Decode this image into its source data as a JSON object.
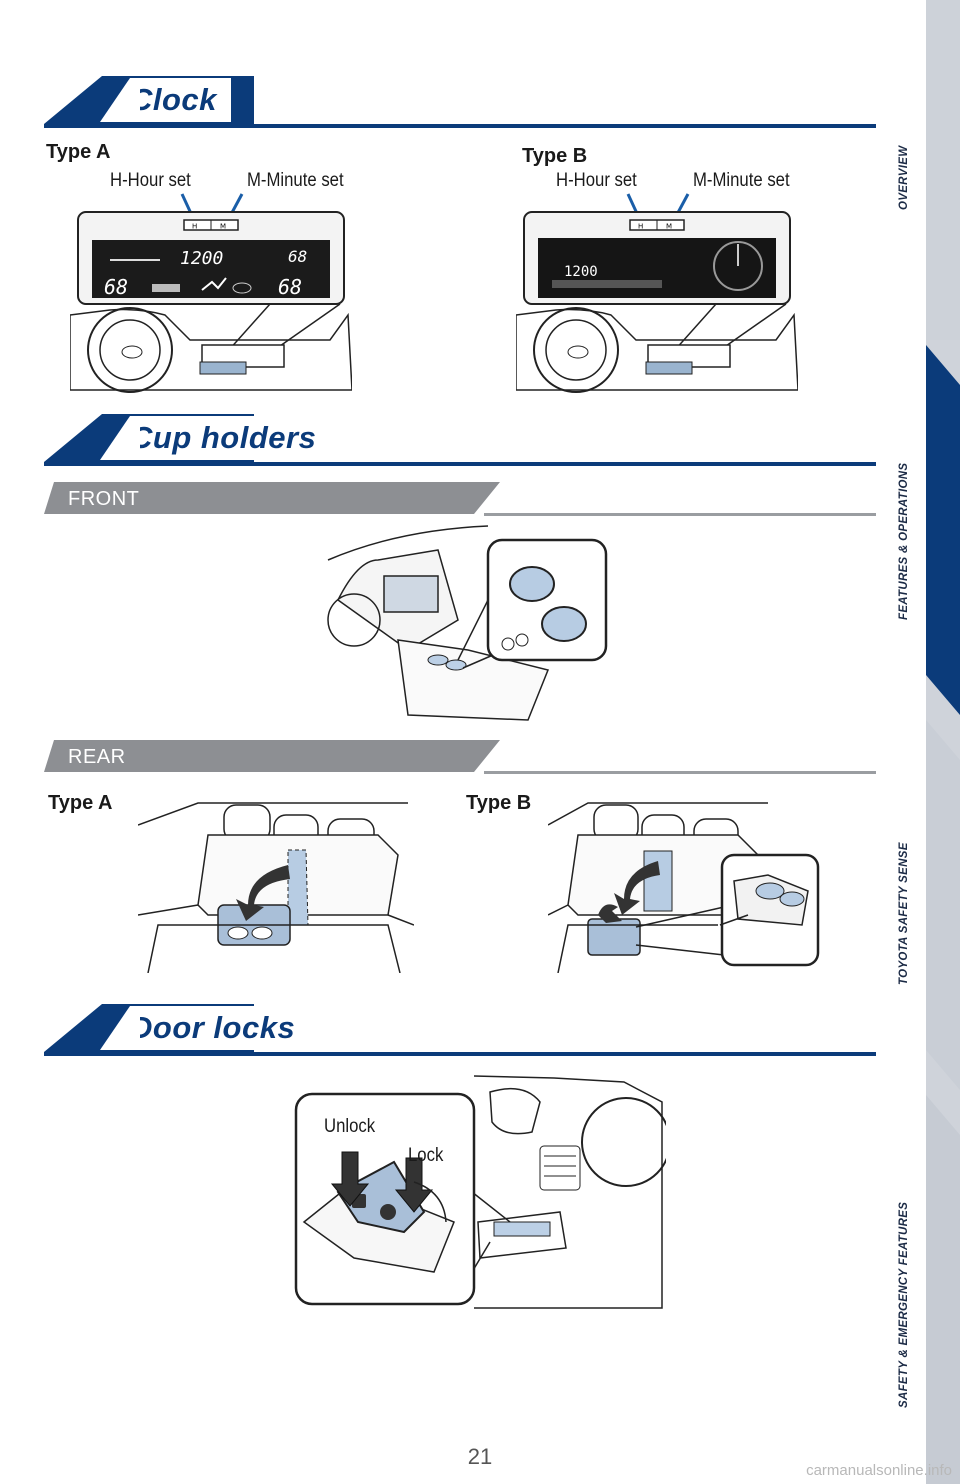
{
  "sections": {
    "clock": {
      "title": "Clock"
    },
    "cup_holders": {
      "title": "Cup holders",
      "front": "FRONT",
      "rear": "REAR"
    },
    "door_locks": {
      "title": "Door locks"
    }
  },
  "clock": {
    "type_a": {
      "label": "Type A",
      "hour": "H-Hour set",
      "minute": "M-Minute set",
      "display_time": "1200",
      "temp_left": "68",
      "temp_right": "68",
      "temp_top": "68"
    },
    "type_b": {
      "label": "Type B",
      "hour": "H-Hour set",
      "minute": "M-Minute set",
      "display_time": "1200"
    },
    "buttons": {
      "h": "H",
      "m": "M"
    }
  },
  "cup_rear": {
    "type_a": "Type A",
    "type_b": "Type B"
  },
  "door": {
    "unlock": "Unlock",
    "lock": "Lock"
  },
  "nav": {
    "items": [
      "OVERVIEW",
      "FEATURES & OPERATIONS",
      "TOYOTA SAFETY SENSE",
      "SAFETY & EMERGENCY FEATURES"
    ],
    "active_index": 1
  },
  "page_number": "21",
  "footer": "carmanualsonline.info",
  "colors": {
    "brand_blue": "#0b3b7a",
    "nav_bg": "#cfd3da",
    "sub_band": "#8d8f93"
  }
}
